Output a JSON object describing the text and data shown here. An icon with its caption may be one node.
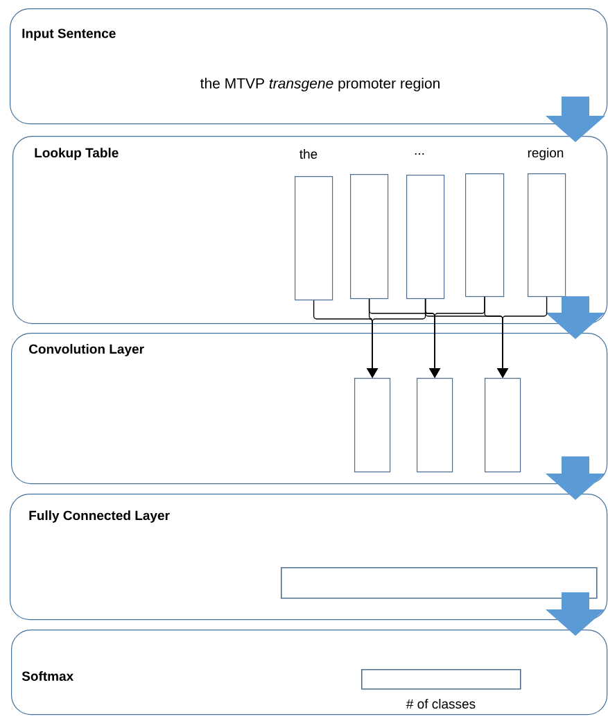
{
  "diagram": {
    "nodes": [
      {
        "text": [
          "Input Sentence",
          "the MTVP *transgene* promoter region"
        ]
      },
      {
        "text": [
          "Lookup Table"
        ]
      },
      {
        "text": [],
        "shape": "box",
        "in": 1,
        "beside": [
          "the"
        ]
      },
      {
        "text": [],
        "shape": "box",
        "in": 1
      },
      {
        "text": [],
        "shape": "box",
        "in": 1
      },
      {
        "text": [],
        "shape": "box",
        "in": 1
      },
      {
        "text": [],
        "shape": "box",
        "in": 1,
        "beside": [
          "region"
        ]
      },
      {
        "text": [
          "Convolution Layer"
        ]
      },
      {
        "text": [],
        "shape": "box",
        "in": 7
      },
      {
        "text": [],
        "shape": "box",
        "in": 7
      },
      {
        "text": [],
        "shape": "box",
        "in": 7
      },
      {
        "text": [
          "Fully Connected Layer"
        ]
      },
      {
        "text": [],
        "shape": "bar",
        "in": 11
      },
      {
        "text": [
          "Softmax"
        ]
      },
      {
        "text": [],
        "shape": "bar",
        "in": 13,
        "beside": [
          "# of classes"
        ]
      }
    ],
    "edges": [
      {
        "from": 0,
        "to": 1,
        "arrow": "to",
        "style": "thick",
        "color": "#5b9bd5"
      },
      {
        "from": 1,
        "to": 7,
        "arrow": "to",
        "style": "thick",
        "color": "#5b9bd5"
      },
      {
        "from": 7,
        "to": 11,
        "arrow": "to",
        "style": "thick",
        "color": "#5b9bd5"
      },
      {
        "from": 11,
        "to": 13,
        "arrow": "to",
        "style": "thick",
        "color": "#5b9bd5"
      },
      {
        "from": 2,
        "to": 8,
        "arrow": "to"
      },
      {
        "from": 3,
        "to": 8,
        "arrow": "to"
      },
      {
        "from": 4,
        "to": 8,
        "arrow": "to"
      },
      {
        "from": 3,
        "to": 9,
        "arrow": "to"
      },
      {
        "from": 4,
        "to": 9,
        "arrow": "to"
      },
      {
        "from": 5,
        "to": 9,
        "arrow": "to"
      },
      {
        "from": 4,
        "to": 10,
        "arrow": "to"
      },
      {
        "from": 5,
        "to": 10,
        "arrow": "to"
      },
      {
        "from": 6,
        "to": 10,
        "arrow": "to"
      }
    ],
    "labels": [
      "..."
    ]
  }
}
